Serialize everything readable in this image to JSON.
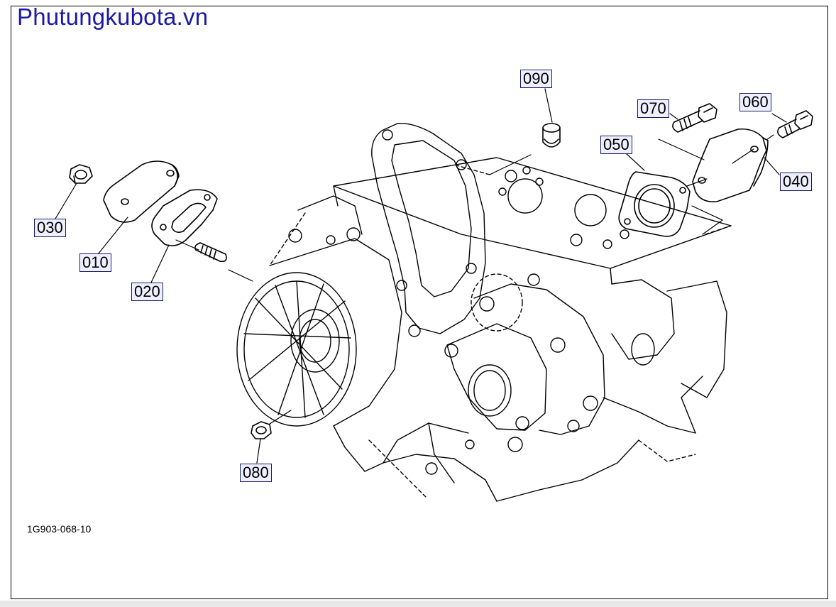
{
  "brand": "Phutungkubota.vn",
  "drawing_code": "1G903-068-10",
  "callouts": {
    "c090": "090",
    "c070": "070",
    "c060": "060",
    "c050": "050",
    "c040": "040",
    "c030": "030",
    "c010": "010",
    "c020": "020",
    "c080": "080"
  },
  "colors": {
    "brand": "#1a1aa6",
    "callout_fill": "#eef0ff",
    "line": "#000000"
  }
}
